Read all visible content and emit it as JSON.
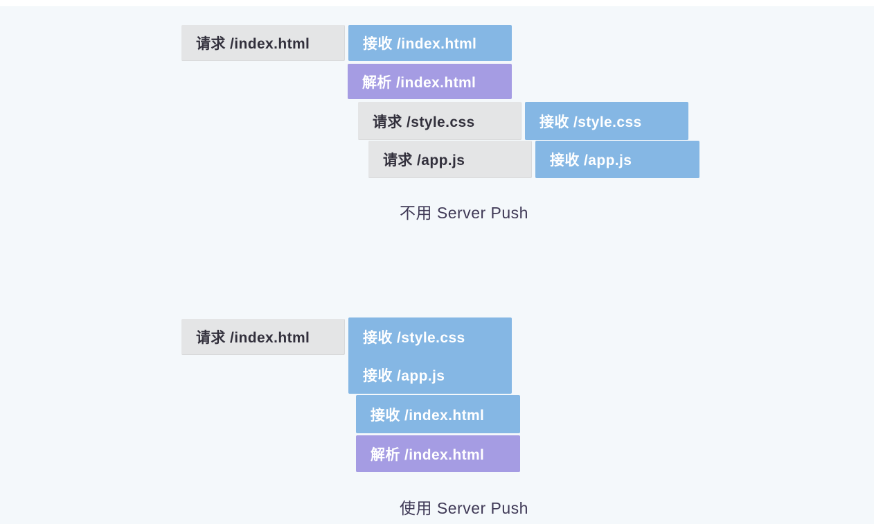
{
  "page": {
    "background": "#f4f8fb",
    "colors": {
      "request_box": "#e4e5e6",
      "receive_box": "#85b7e4",
      "parse_box": "#a59ce3",
      "request_text": "#32303c",
      "bar_text": "#ffffff",
      "caption_text": "#3f3956"
    }
  },
  "timeline_without_push": {
    "caption": "不用 Server Push",
    "row1_request": "请求 /index.html",
    "row1_receive": "接收 /index.html",
    "row2_parse": "解析 /index.html",
    "row3_request": "请求 /style.css",
    "row3_receive": "接收 /style.css",
    "row4_request": "请求 /app.js",
    "row4_receive": "接收 /app.js"
  },
  "timeline_with_push": {
    "caption": "使用 Server Push",
    "row1_request": "请求 /index.html",
    "push_receive_style": "接收 /style.css",
    "push_receive_app": "接收 /app.js",
    "receive_index": "接收 /index.html",
    "parse_index": "解析 /index.html"
  }
}
